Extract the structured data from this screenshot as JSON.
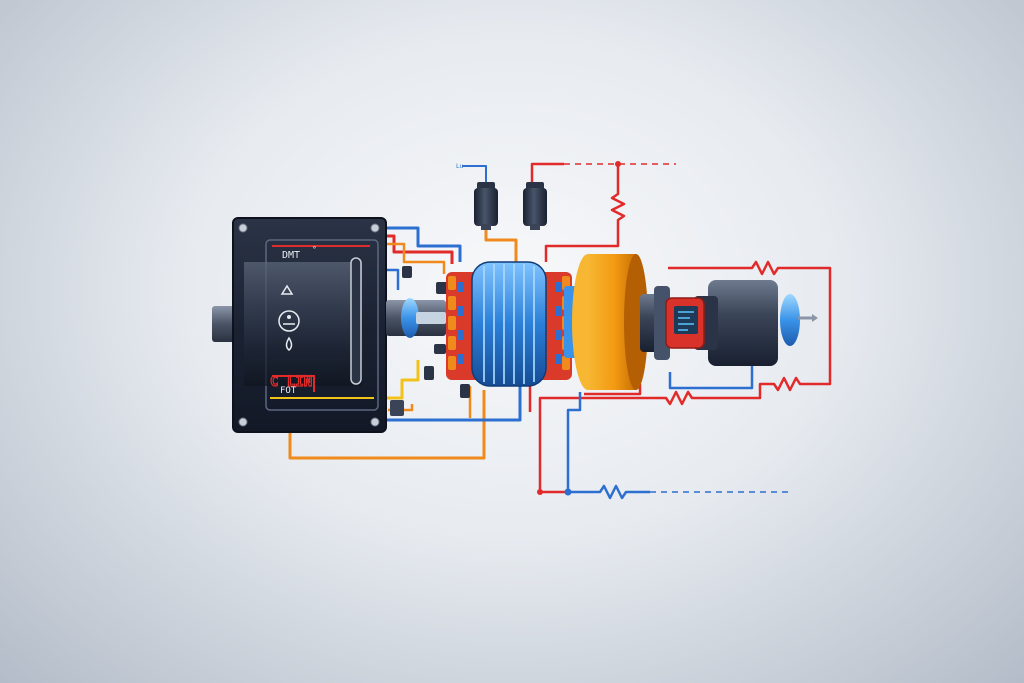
{
  "labels": {
    "panel_top": "DMT",
    "panel_top_mark": "°",
    "panel_bottom_a": "C LIN",
    "panel_bottom_b": "FOT",
    "sensor_tag": "Lu"
  },
  "icons": {
    "panel_upper": "arrow-up-icon",
    "panel_middle": "gauge-icon",
    "panel_lower": "drop-icon"
  },
  "colors": {
    "background": "#e9edf2",
    "housing": "#1c2535",
    "wire_red": "#e12b2b",
    "wire_blue": "#2d6fd0",
    "wire_orange": "#f08a1c",
    "wire_yellow": "#f2c21a",
    "coil": "#2e86e0",
    "rotor": "#f29a12",
    "display": "#d9322a"
  }
}
